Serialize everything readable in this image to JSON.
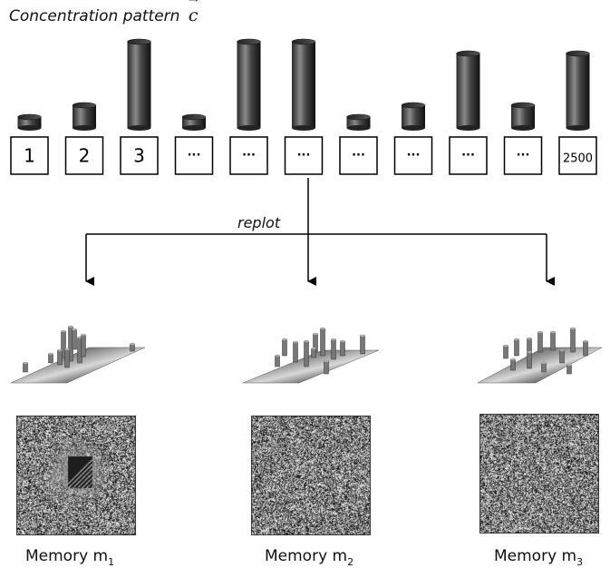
{
  "title": {
    "text": "Concentration pattern",
    "vector_symbol": "c"
  },
  "cells": [
    "1",
    "2",
    "3",
    "...",
    "...",
    "...",
    "...",
    "...",
    "...",
    "...",
    "2500"
  ],
  "cell_levels": [
    0.12,
    0.25,
    0.95,
    0.12,
    0.95,
    0.95,
    0.12,
    0.25,
    0.82,
    0.25,
    0.82
  ],
  "replot_label": "replot",
  "memories": [
    {
      "label": "Memory m",
      "subscript": "1"
    },
    {
      "label": "Memory m",
      "subscript": "2"
    },
    {
      "label": "Memory m",
      "subscript": "3"
    }
  ],
  "colors": {
    "cylinder_dark": "#1a1a1a",
    "cylinder_light": "#9a9a9a",
    "line": "#000000",
    "box_border": "#000000"
  }
}
